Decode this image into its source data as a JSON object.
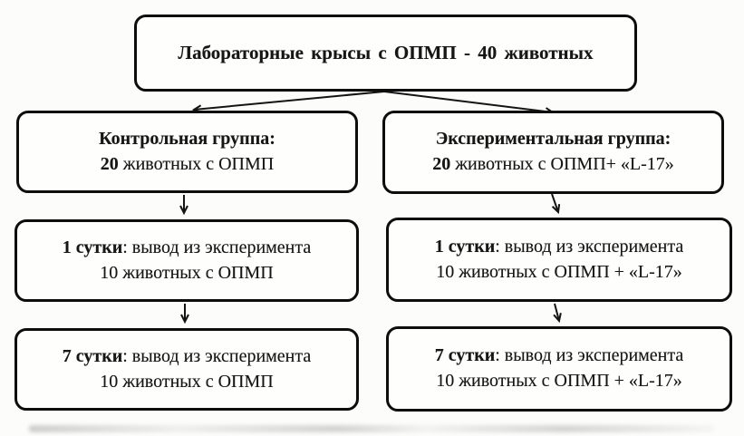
{
  "diagram": {
    "root_label": "Лабораторные крысы с ОПМП - 40 животных",
    "columns": [
      {
        "name": "control",
        "group_title": "Контрольная группа:",
        "group_count": "20",
        "group_count_rest": " животных с ОПМП",
        "steps": [
          {
            "day": "1 сутки",
            "action": ": вывод из эксперимента",
            "detail": "10 животных с ОПМП"
          },
          {
            "day": "7 сутки",
            "action": ": вывод из эксперимента",
            "detail": "10 животных с ОПМП"
          }
        ]
      },
      {
        "name": "experimental",
        "group_title": "Экспериментальная группа:",
        "group_count": "20",
        "group_count_rest": " животных с ОПМП+ «L-17»",
        "steps": [
          {
            "day": "1 сутки",
            "action": ": вывод из эксперимента",
            "detail": "10 животных с ОПМП + «L-17»"
          },
          {
            "day": "7 сутки",
            "action": ": вывод из эксперимента",
            "detail": "10 животных с ОПМП + «L-17»"
          }
        ]
      }
    ],
    "colors": {
      "ink": "#141414",
      "node_border": "#0d0d0d",
      "background": "#fcfcfb"
    }
  }
}
